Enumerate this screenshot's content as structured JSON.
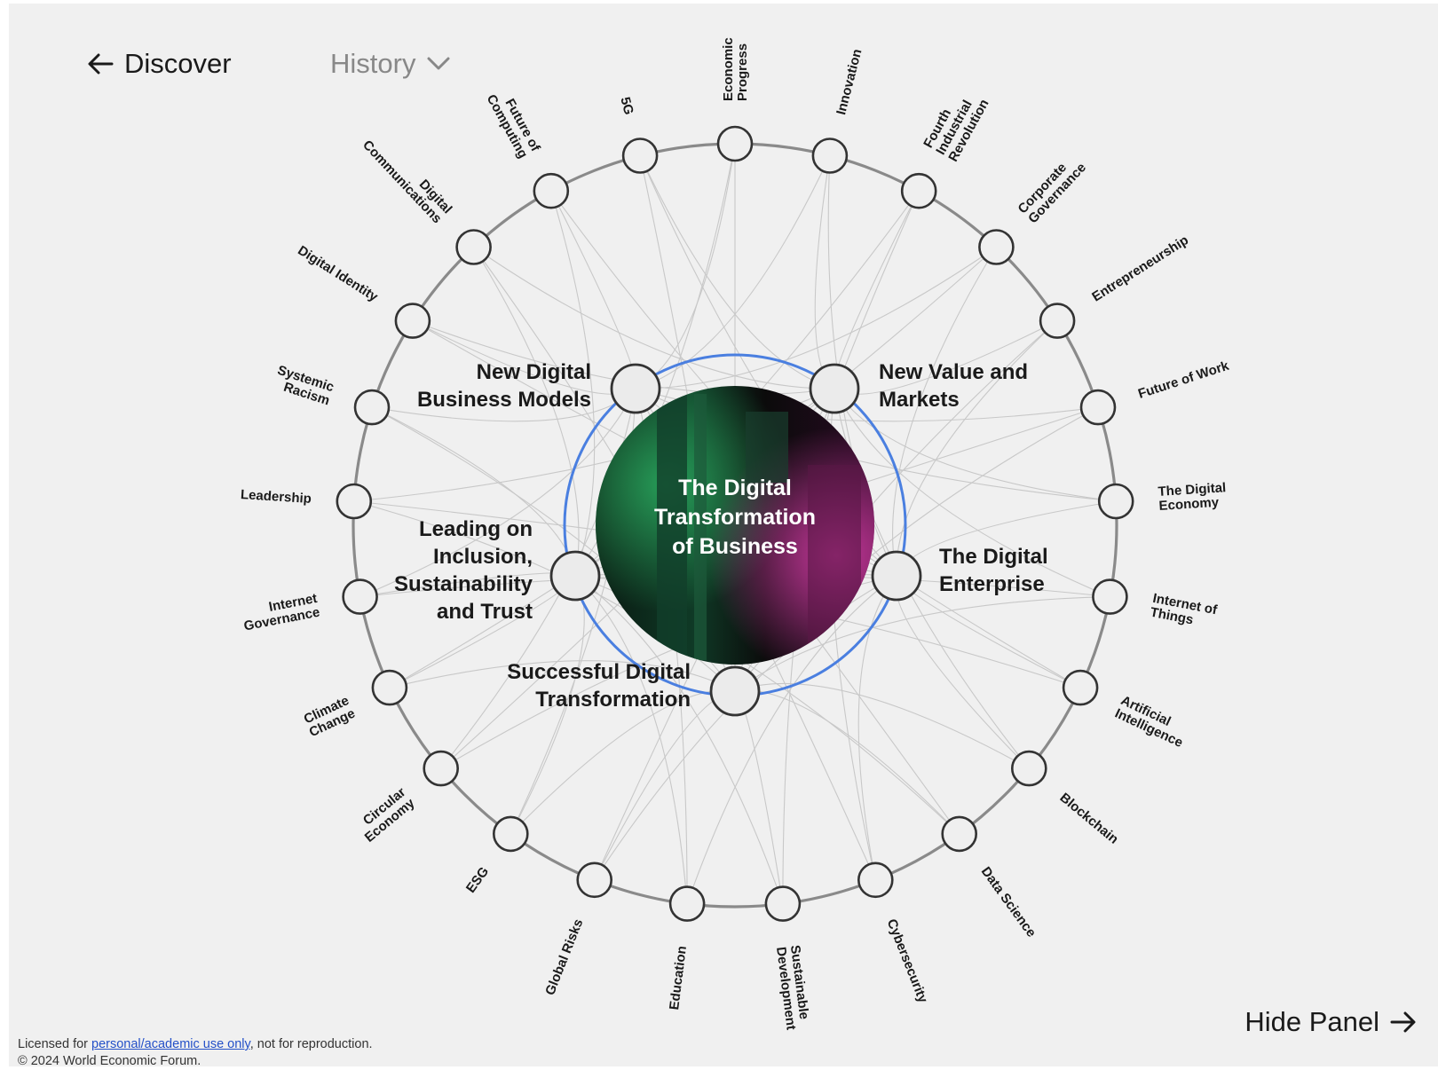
{
  "nav": {
    "back_label": "Discover",
    "history_label": "History",
    "hide_panel_label": "Hide Panel"
  },
  "center": {
    "title_lines": [
      "The Digital",
      "Transformation",
      "of Business"
    ]
  },
  "sub_topics": [
    {
      "id": "ndbm",
      "lines": [
        "New Digital",
        "Business Models"
      ]
    },
    {
      "id": "nvm",
      "lines": [
        "New Value and",
        "Markets"
      ]
    },
    {
      "id": "lis",
      "lines": [
        "Leading on",
        "Inclusion,",
        "Sustainability",
        "and Trust"
      ]
    },
    {
      "id": "tde",
      "lines": [
        "The Digital",
        "Enterprise"
      ]
    },
    {
      "id": "sdt",
      "lines": [
        "Successful Digital",
        "Transformation"
      ]
    }
  ],
  "outer_topics": [
    {
      "id": "economic-progress",
      "lines": [
        "Economic",
        "Progress"
      ]
    },
    {
      "id": "innovation",
      "lines": [
        "Innovation"
      ]
    },
    {
      "id": "fourth-industrial-revolution",
      "lines": [
        "Fourth",
        "Industrial",
        "Revolution"
      ]
    },
    {
      "id": "corporate-governance",
      "lines": [
        "Corporate",
        "Governance"
      ]
    },
    {
      "id": "entrepreneurship",
      "lines": [
        "Entrepreneurship"
      ]
    },
    {
      "id": "future-of-work",
      "lines": [
        "Future of Work"
      ]
    },
    {
      "id": "the-digital-economy",
      "lines": [
        "The Digital",
        "Economy"
      ]
    },
    {
      "id": "internet-of-things",
      "lines": [
        "Internet of",
        "Things"
      ]
    },
    {
      "id": "artificial-intelligence",
      "lines": [
        "Artificial",
        "Intelligence"
      ]
    },
    {
      "id": "blockchain",
      "lines": [
        "Blockchain"
      ]
    },
    {
      "id": "data-science",
      "lines": [
        "Data Science"
      ]
    },
    {
      "id": "cybersecurity",
      "lines": [
        "Cybersecurity"
      ]
    },
    {
      "id": "sustainable-development",
      "lines": [
        "Sustainable",
        "Development"
      ]
    },
    {
      "id": "education",
      "lines": [
        "Education"
      ]
    },
    {
      "id": "global-risks",
      "lines": [
        "Global Risks"
      ]
    },
    {
      "id": "esg",
      "lines": [
        "ESG"
      ]
    },
    {
      "id": "circular-economy",
      "lines": [
        "Circular",
        "Economy"
      ]
    },
    {
      "id": "climate-change",
      "lines": [
        "Climate",
        "Change"
      ]
    },
    {
      "id": "internet-governance",
      "lines": [
        "Internet",
        "Governance"
      ]
    },
    {
      "id": "leadership",
      "lines": [
        "Leadership"
      ]
    },
    {
      "id": "systemic-racism",
      "lines": [
        "Systemic",
        "Racism"
      ]
    },
    {
      "id": "digital-identity",
      "lines": [
        "Digital Identity"
      ]
    },
    {
      "id": "digital-communications",
      "lines": [
        "Digital",
        "Communications"
      ]
    },
    {
      "id": "future-of-computing",
      "lines": [
        "Future of",
        "Computing"
      ]
    },
    {
      "id": "5g",
      "lines": [
        "5G"
      ]
    }
  ],
  "footer": {
    "licensed_prefix": "Licensed for ",
    "licensed_link": "personal/academic use only",
    "licensed_suffix": ", not for reproduction.",
    "copyright": "© 2024 World Economic Forum."
  },
  "colors": {
    "ring": "#8a8a8a",
    "inner_ring": "#4a7fe0",
    "link": "#c8c8c8",
    "background": "#f0f0f0"
  },
  "icons": {
    "back": "arrow-left-icon",
    "history": "chevron-down-icon",
    "hide": "arrow-right-icon"
  }
}
